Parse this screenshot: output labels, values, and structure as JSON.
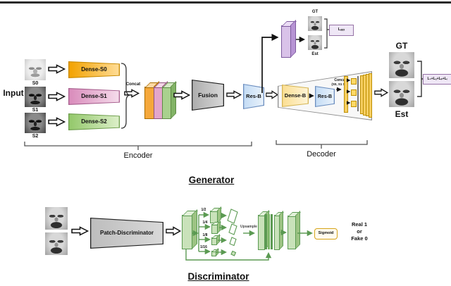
{
  "generator": {
    "section_title": "Generator",
    "input_label": "Input",
    "inputs": [
      {
        "label": "S0"
      },
      {
        "label": "S1"
      },
      {
        "label": "S2"
      }
    ],
    "encoder": {
      "bracket_label": "Encoder",
      "dense_blocks": [
        {
          "label": "Dense-S0"
        },
        {
          "label": "Dense-S1"
        },
        {
          "label": "Dense-S2"
        }
      ],
      "concat_label": "Concat",
      "fusion_label": "Fusion",
      "res_block_label": "Res-B"
    },
    "decoder": {
      "bracket_label": "Decoder",
      "dense_block_label": "Dense-B",
      "res_block_label": "Res-B",
      "concat_line1": "Conca",
      "concat_line2": "(S0, S1 S2)"
    },
    "aux_branch": {
      "gt_label": "GT",
      "est_label": "Est",
      "loss_label": "Lₐᵤₓ"
    },
    "output": {
      "gt_label": "GT",
      "est_label": "Est",
      "loss_label": "L₂+Lₐ+Lₚ+Lᵢ"
    }
  },
  "discriminator": {
    "section_title": "Discriminator",
    "block_label": "Patch-Discriminator",
    "scale_labels": [
      "1/2",
      "1/4",
      "1/8",
      "1/16"
    ],
    "upsample_label": "Upsample",
    "sigmoid_label": "Sigmoid",
    "output_lines": [
      "Real 1",
      "or",
      "Fake 0"
    ]
  },
  "colors": {
    "dense_s0": "#F5A623",
    "dense_s1": "#E3A6CB",
    "dense_s2": "#A9D18E",
    "fusion_gray": "#BDBDBD",
    "res_blue": "#CFE2F7",
    "dense_b_yellow": "#FFE9A8",
    "decoder_fill": "#F8F8F8",
    "purple": "#D9C2E9",
    "loss_border": "#9673A6",
    "bar_yellow": "#F6CE62",
    "disc_green": "#C9E2BA",
    "green_line": "#5B9A52",
    "sigmoid_border": "#D6A419"
  }
}
